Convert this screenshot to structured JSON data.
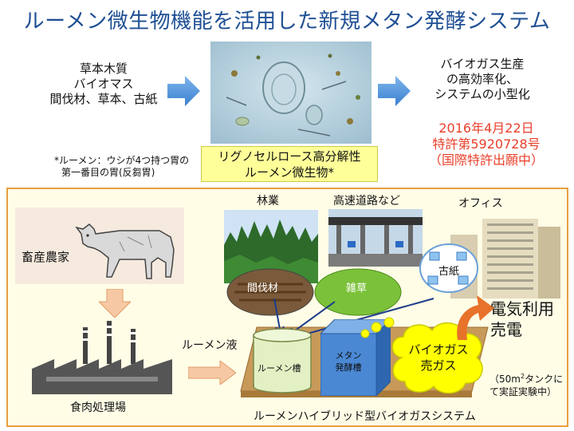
{
  "title": "ルーメン微生物機能を活用した新規メタン発酵システム",
  "top": {
    "biomass_lines": [
      "草本木質",
      "バイオマス",
      "間伐材、草本、古紙"
    ],
    "output_lines": [
      "バイオガス生産",
      "の高効率化、",
      "システムの小型化"
    ],
    "patent_lines": [
      "2016年4月22日",
      "特許第5920728号",
      "（国際特許出願中）"
    ],
    "note_lines": [
      "*ルーメン：ウシが4つ持つ胃の",
      "第一番目の胃(反芻胃)"
    ],
    "microbe_lines": [
      "リグノセルロース高分解性",
      "ルーメン微生物*"
    ]
  },
  "bottom": {
    "livestock_farmer": "畜産農家",
    "slaughterhouse": "食肉処理場",
    "rumen_fluid": "ルーメン液",
    "forestry": "林業",
    "highway": "高速道路など",
    "office": "オフィス",
    "thinned_wood": "間伐材",
    "weeds": "雑草",
    "waste_paper": "古紙",
    "rumen_tank": "ルーメン槽",
    "methane_tank_lines": [
      "メタン",
      "発酵槽"
    ],
    "biogas_lines": [
      "バイオガス",
      "売ガス"
    ],
    "electricity_lines": [
      "電気利用",
      "売電"
    ],
    "tank_note_line1_pre": "（50m",
    "tank_note_sup": "2",
    "tank_note_line1_post": "タンクに",
    "tank_note_line2": "て実証実験中）",
    "system_caption": "ルーメンハイブリッド型バイオガスシステム"
  },
  "colors": {
    "title": "#1e4f94",
    "patent_red": "#e8402a",
    "panel_border": "#e7a040",
    "arrow_blue": "#4a8fd8",
    "biogas_cloud": "#ffff00"
  }
}
